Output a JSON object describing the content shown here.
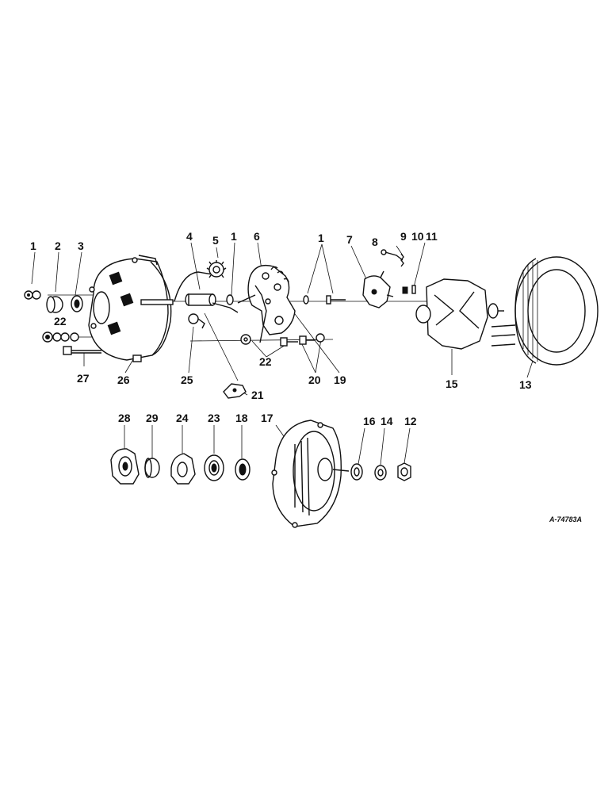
{
  "diagram": {
    "reference_code": "A-74783A",
    "callouts": [
      "1",
      "2",
      "3",
      "22",
      "27",
      "26",
      "4",
      "5",
      "1",
      "6",
      "1",
      "7",
      "8",
      "9",
      "10",
      "11",
      "25",
      "22",
      "20",
      "19",
      "21",
      "15",
      "13",
      "28",
      "29",
      "24",
      "23",
      "18",
      "17",
      "16",
      "14",
      "12"
    ]
  }
}
